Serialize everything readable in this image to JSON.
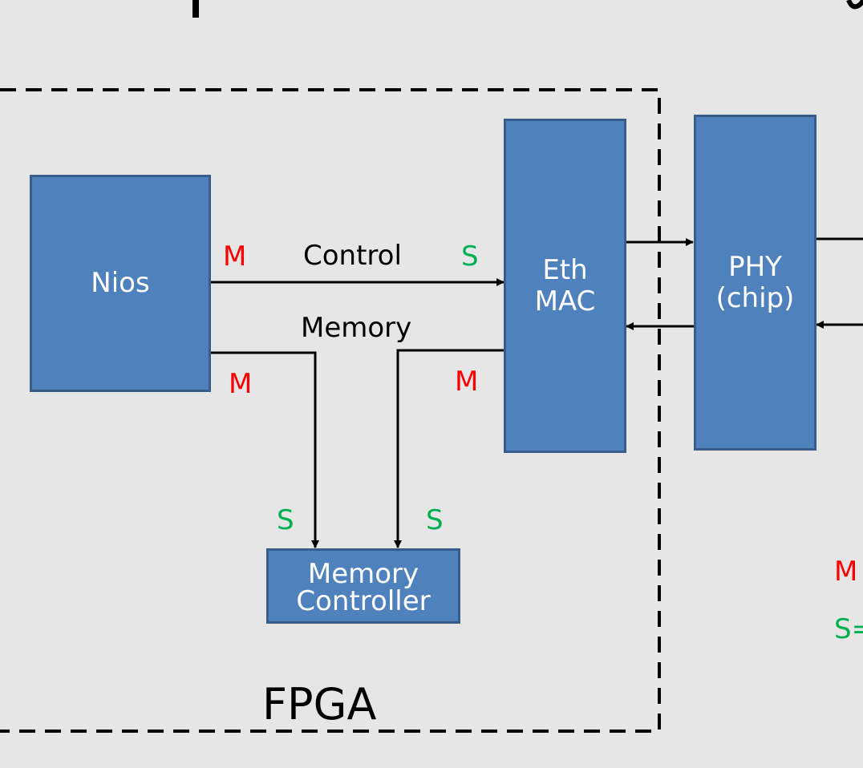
{
  "blocks": {
    "nios": "Nios",
    "eth_mac": "Eth\nMAC",
    "phy": "PHY\n(chip)",
    "memory_controller": "Memory\nController"
  },
  "labels": {
    "control": "Control",
    "memory": "Memory",
    "fpga": "FPGA",
    "master": "M",
    "slave": "S",
    "legend_m": "M",
    "legend_s": "S="
  },
  "colors": {
    "block_fill": "#4f81bd",
    "block_border": "#385d8a",
    "master": "#ff0000",
    "slave": "#00b050"
  }
}
